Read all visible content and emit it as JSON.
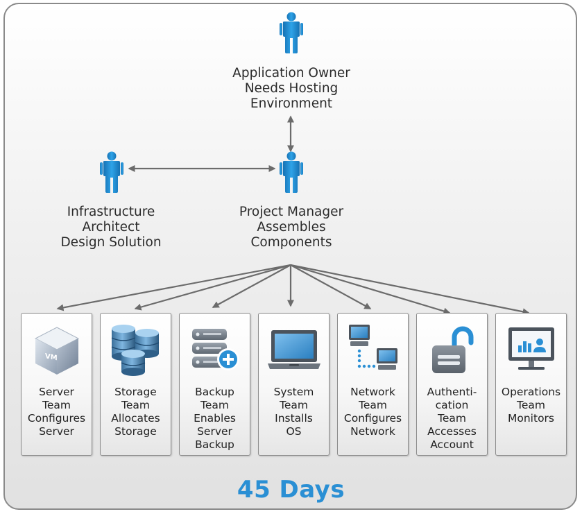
{
  "nodes": {
    "app_owner": {
      "lines": [
        "Application Owner",
        "Needs Hosting",
        "Environment"
      ]
    },
    "infra_architect": {
      "lines": [
        "Infrastructure",
        "Architect",
        "Design Solution"
      ]
    },
    "project_manager": {
      "lines": [
        "Project Manager",
        "Assembles",
        "Components"
      ]
    }
  },
  "teams": [
    {
      "id": "server",
      "icon": "vm-cube-icon",
      "lines": [
        "Server",
        "Team",
        "Configures",
        "Server"
      ]
    },
    {
      "id": "storage",
      "icon": "database-stack-icon",
      "lines": [
        "Storage",
        "Team",
        "Allocates",
        "Storage"
      ]
    },
    {
      "id": "backup",
      "icon": "backup-server-icon",
      "lines": [
        "Backup",
        "Team",
        "Enables",
        "Server",
        "Backup"
      ]
    },
    {
      "id": "system",
      "icon": "laptop-icon",
      "lines": [
        "System",
        "Team",
        "Installs",
        "OS"
      ]
    },
    {
      "id": "network",
      "icon": "network-computers-icon",
      "lines": [
        "Network",
        "Team",
        "Configures",
        "Network"
      ]
    },
    {
      "id": "auth",
      "icon": "padlock-icon",
      "lines": [
        "Authenti-",
        "cation",
        "Team",
        "Accesses",
        "Account"
      ]
    },
    {
      "id": "ops",
      "icon": "monitor-chart-icon",
      "lines": [
        "Operations",
        "Team",
        "Monitors"
      ]
    }
  ],
  "footer": {
    "duration": "45 Days"
  },
  "colors": {
    "accent": "#2a8fd4",
    "person": "#1e8ad0",
    "arrow": "#6b6b6b"
  }
}
